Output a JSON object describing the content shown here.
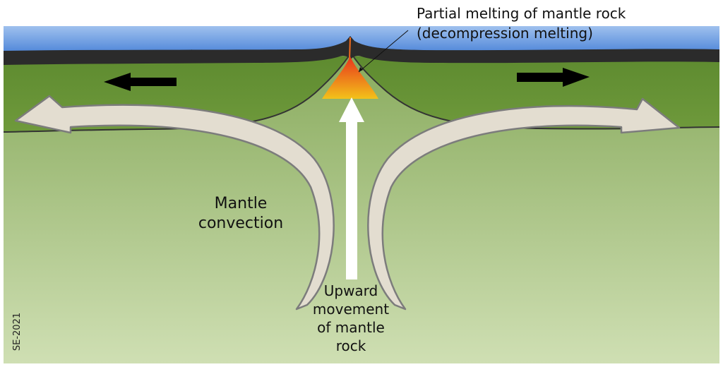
{
  "labels": {
    "partial_melting_line1": "Partial melting of mantle rock",
    "partial_melting_line2": "(decompression melting)",
    "mantle_convection_line1": "Mantle",
    "mantle_convection_line2": "convection",
    "upward_line1": "Upward",
    "upward_line2": "movement",
    "upward_line3": "of mantle",
    "upward_line4": "rock"
  },
  "credit": "SE-2021",
  "colors": {
    "ocean_top": "#9fc1ee",
    "ocean_bottom": "#4f86d9",
    "crust": "#2b2b2b",
    "lithosphere_top": "#5d8a2f",
    "lithosphere_bottom": "#6f9a3c",
    "mantle_top": "#86a95a",
    "mantle_bottom": "#cfdfb3",
    "convection_arrow": "#e3ddd0",
    "convection_outline": "#7c7c7c",
    "plate_arrow": "#000000",
    "upward_arrow": "#ffffff",
    "melt_top": "#e8341c",
    "melt_bottom": "#f3c21a"
  }
}
